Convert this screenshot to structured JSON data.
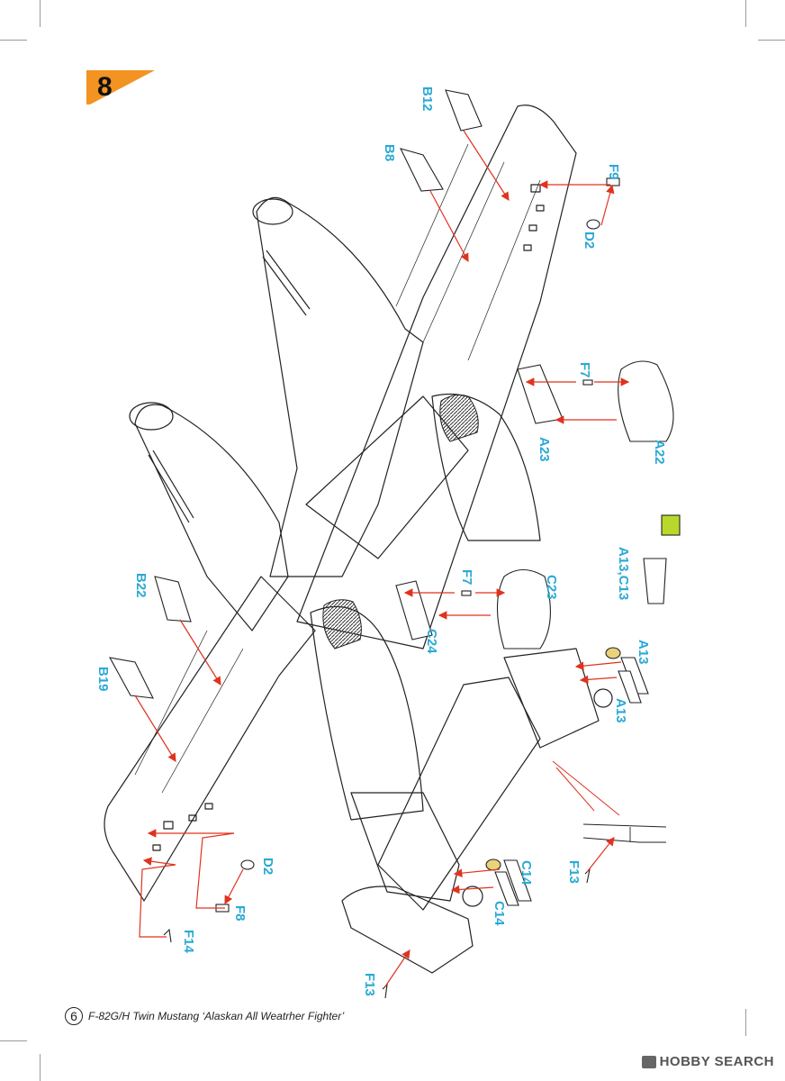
{
  "step": "8",
  "colors": {
    "accent": "#f39321",
    "label": "#2aa9d4",
    "arrow": "#e0331f",
    "clear_part": "#b9d82c"
  },
  "labels": {
    "B12": "B12",
    "B8": "B8",
    "F9": "F9",
    "D2_top": "D2",
    "F7_top": "F7",
    "A23": "A23",
    "A22": "A22",
    "A13C13": "A13,C13",
    "F7_mid": "F7",
    "C23": "C23",
    "C24": "C24",
    "B22": "B22",
    "B19": "B19",
    "A13_a": "A13",
    "A13_b": "A13",
    "F13_right": "F13",
    "C14_a": "C14",
    "C14_b": "C14",
    "D2_bottom": "D2",
    "F8": "F8",
    "F14": "F14",
    "F13_bottom": "F13"
  },
  "footer": {
    "page_number": "6",
    "caption": "F-82G/H Twin Mustang ‘Alaskan All Weatrher Fighter’"
  },
  "watermark": {
    "text": "HOBBY SEARCH",
    "icon": "gift-box-icon"
  }
}
